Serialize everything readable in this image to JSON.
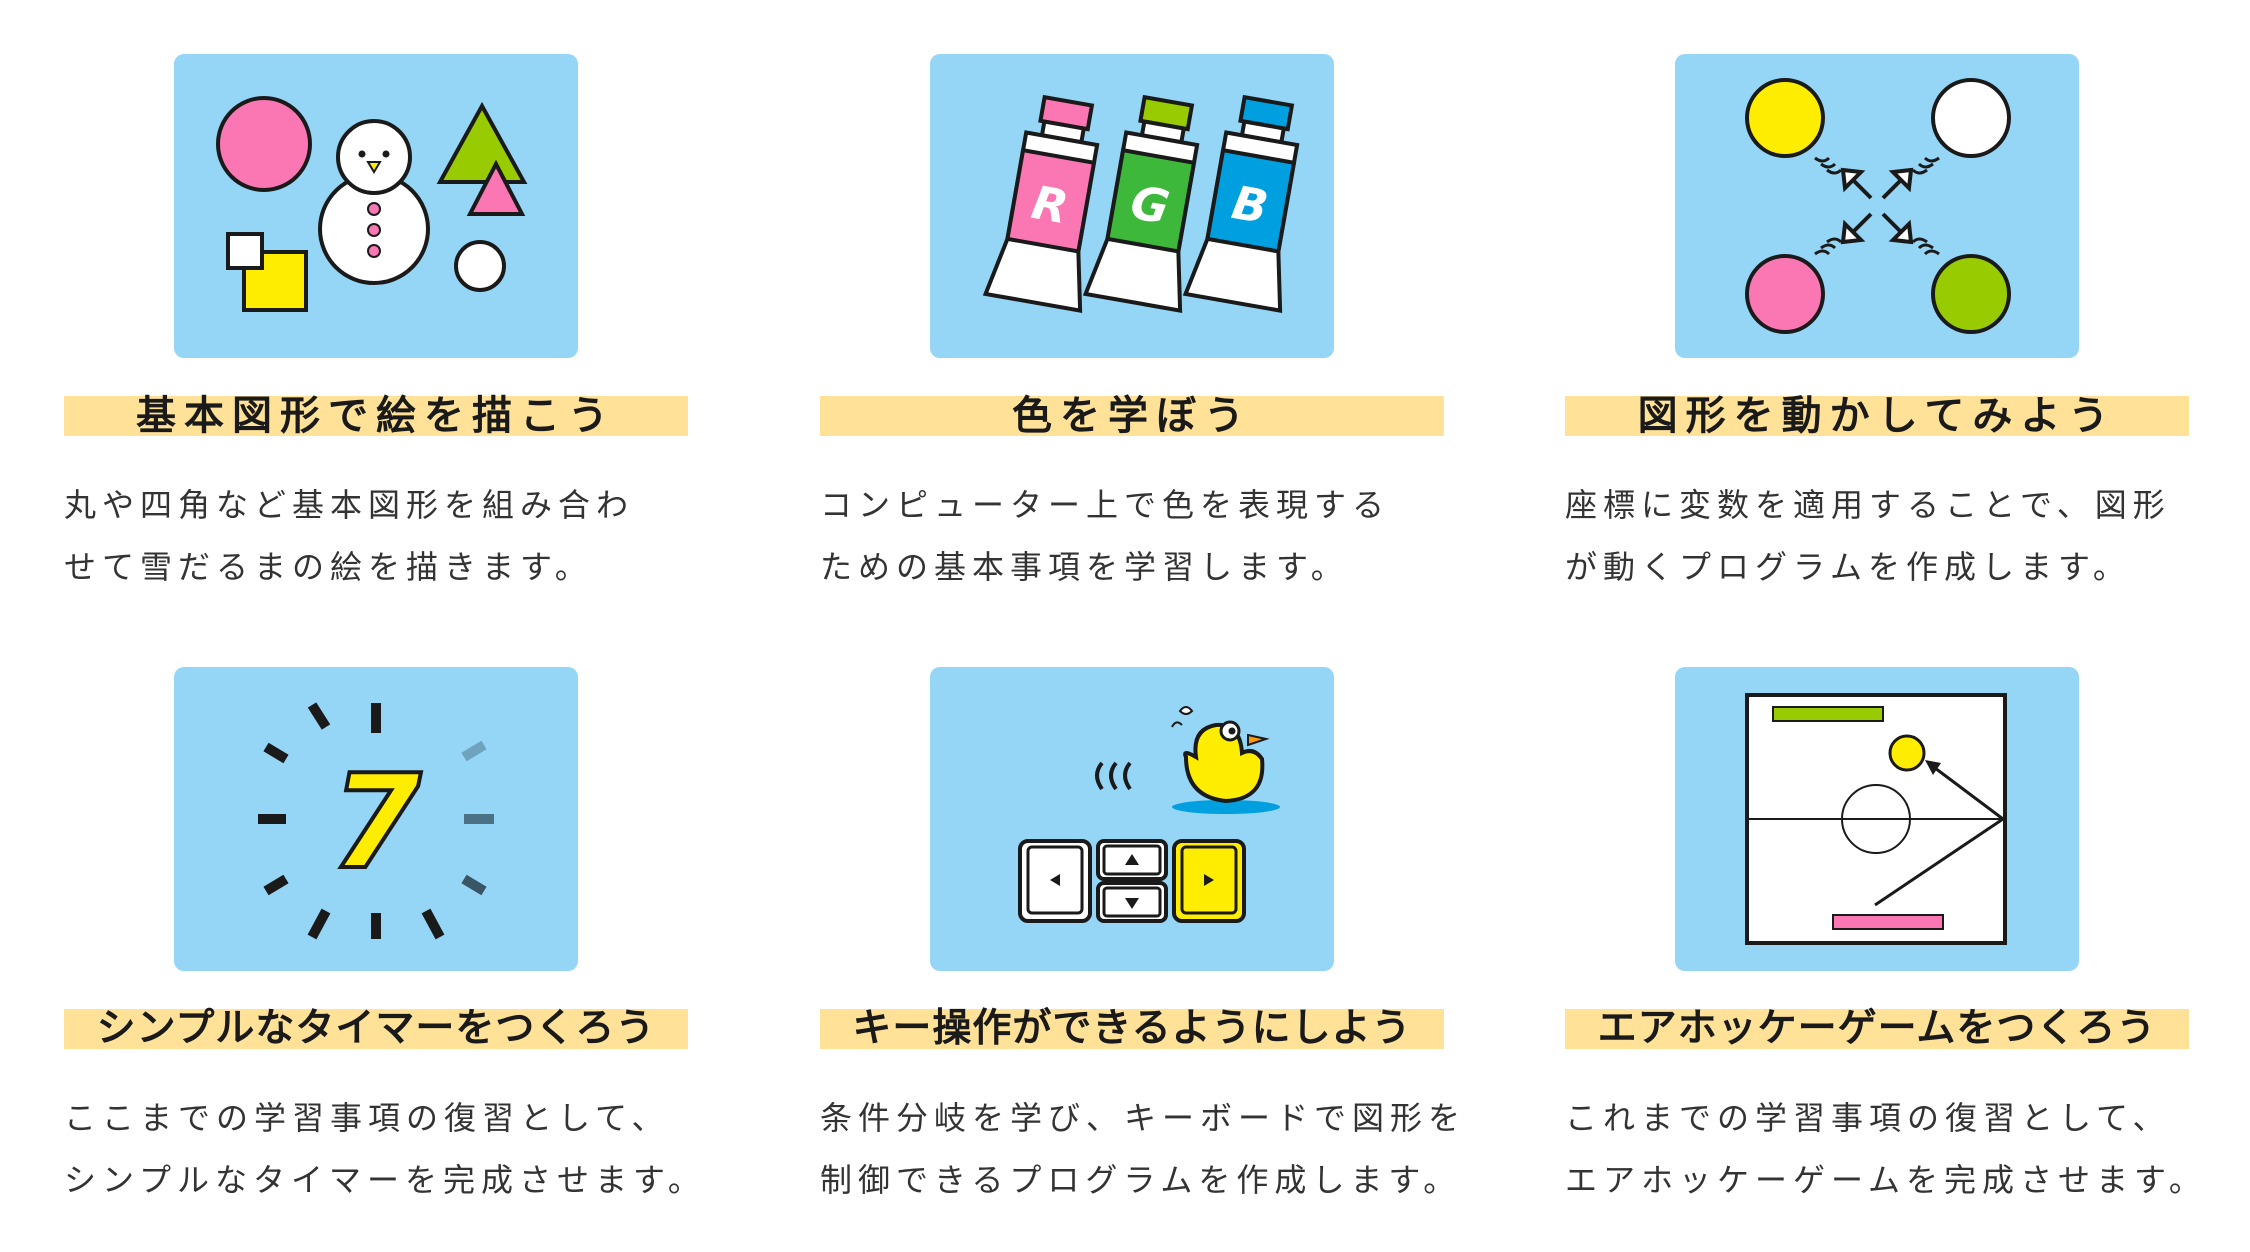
{
  "cards": [
    {
      "title": "基本図形で絵を描こう",
      "lines": [
        "丸や四角など基本図形を組み合わ",
        "せて雪だるまの絵を描きます。"
      ],
      "illustration": "basic-shapes-snowman"
    },
    {
      "title": "色を学ぼう",
      "lines": [
        "コンピューター上で色を表現する",
        "ための基本事項を学習します。"
      ],
      "illustration": "rgb-paint-tubes",
      "tube_labels": [
        "R",
        "G",
        "B"
      ]
    },
    {
      "title": "図形を動かしてみよう",
      "lines": [
        "座標に変数を適用することで、図形",
        "が動くプログラムを作成します。"
      ],
      "illustration": "moving-circles-arrows"
    },
    {
      "title": "シンプルなタイマーをつくろう",
      "lines": [
        "ここまでの学習事項の復習として、",
        "シンプルなタイマーを完成させます。"
      ],
      "illustration": "countdown-timer",
      "timer_digit": "7"
    },
    {
      "title": "キー操作ができるようにしよう",
      "lines": [
        "条件分岐を学び、キーボードで図形を",
        "制御できるプログラムを作成します。"
      ],
      "illustration": "chick-arrow-keys"
    },
    {
      "title": "エアホッケーゲームをつくろう",
      "lines": [
        "これまでの学習事項の復習として、",
        "エアホッケーゲームを完成させます。"
      ],
      "illustration": "air-hockey-table"
    }
  ],
  "colors": {
    "thumb_bg": "#95d5f5",
    "title_band": "#ffe298",
    "pink": "#fb77b4",
    "green": "#99cc00",
    "yellow": "#ffed00",
    "blue": "#00a0e0"
  }
}
